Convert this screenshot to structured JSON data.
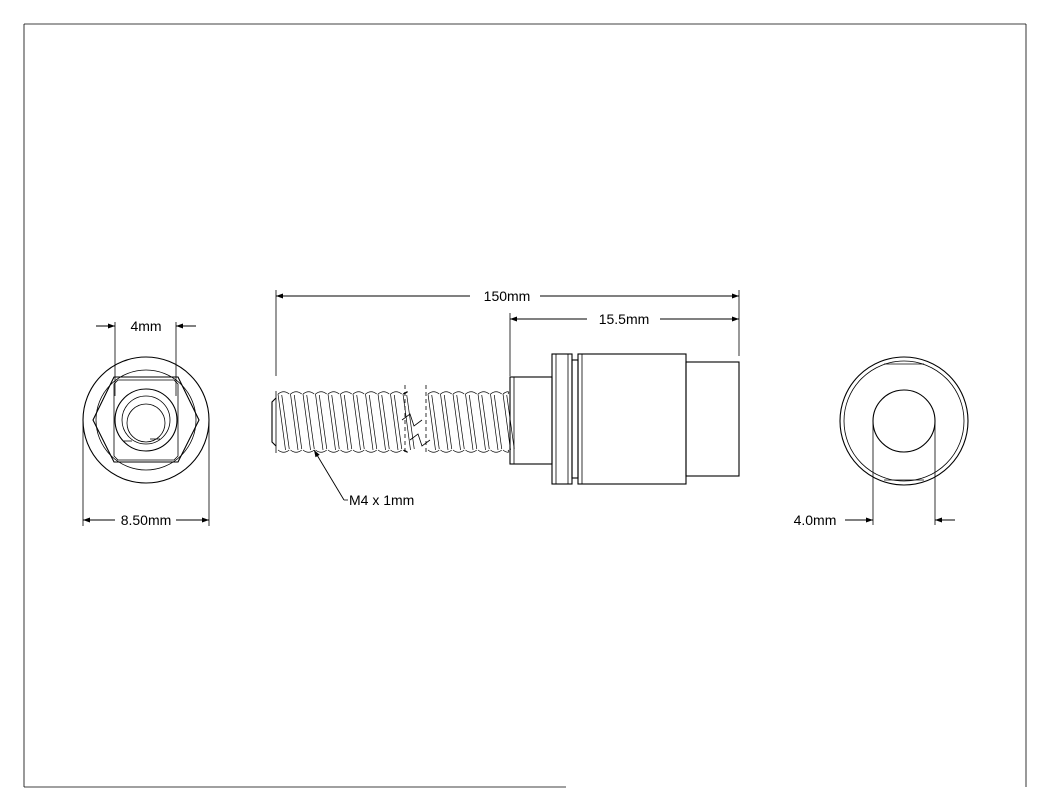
{
  "dimensions": {
    "left_view_inner": "4mm",
    "left_view_outer": "8.50mm",
    "overall_length": "150mm",
    "collar_length": "15.5mm",
    "thread_callout": "M4 x 1mm",
    "right_view_bore": "4.0mm"
  },
  "colors": {
    "line": "#000000",
    "background": "#ffffff"
  }
}
